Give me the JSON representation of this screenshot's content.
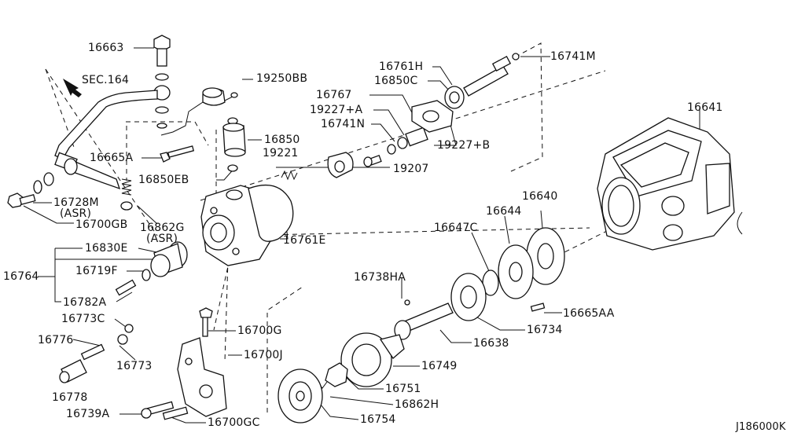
{
  "diagram": {
    "drawing_code": "J186000K",
    "labels": {
      "p16663": "16663",
      "sec164": "SEC.164",
      "p19250BB": "19250BB",
      "p16741M": "16741M",
      "p16761H": "16761H",
      "p16850C": "16850C",
      "p16767": "16767",
      "p19227A": "19227+A",
      "p16741N": "16741N",
      "p19227B": "19227+B",
      "p16641": "16641",
      "p16665A": "16665A",
      "p16850": "16850",
      "p19221": "19221",
      "p19207": "19207",
      "p16850EB": "16850EB",
      "p16728M": "16728M",
      "asr1": "(ASR)",
      "p16700GB": "16700GB",
      "p16862G": "16862G",
      "asr2": "(ASR)",
      "p16761E": "16761E",
      "p16640": "16640",
      "p16644": "16644",
      "p16647C": "16647C",
      "p16830E": "16830E",
      "p16764": "16764",
      "p16719F": "16719F",
      "p16738HA": "16738HA",
      "p16782A": "16782A",
      "p16665AA": "16665AA",
      "p16734": "16734",
      "p16773C": "16773C",
      "p16700G": "16700G",
      "p16638": "16638",
      "p16776": "16776",
      "p16700J": "16700J",
      "p16773": "16773",
      "p16749": "16749",
      "p16751": "16751",
      "p16778": "16778",
      "p16862H": "16862H",
      "p16739A": "16739A",
      "p16754": "16754",
      "p16700GC": "16700GC"
    }
  }
}
